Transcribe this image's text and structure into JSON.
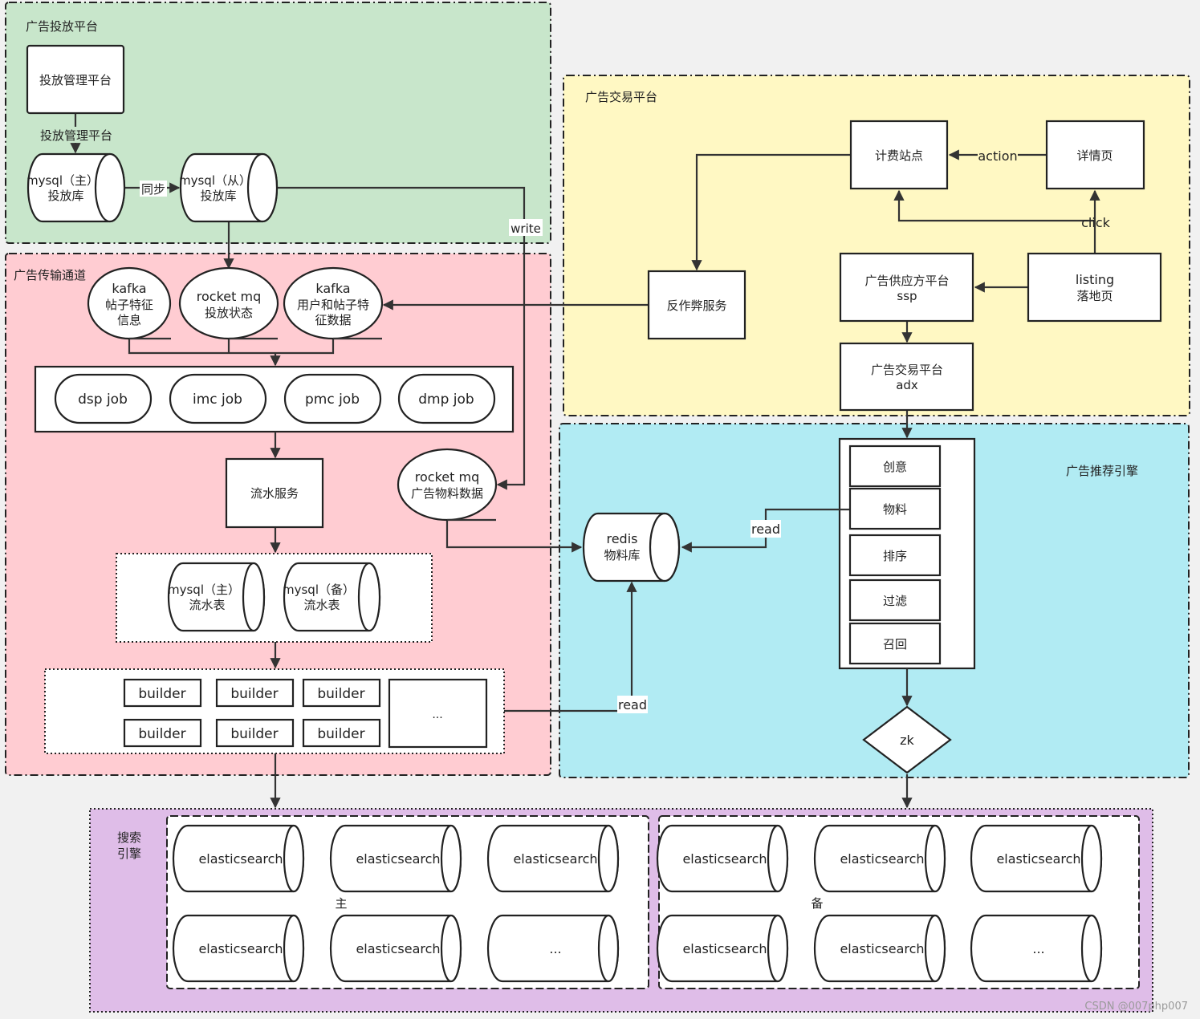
{
  "colors": {
    "delivery_zone": "#c8e6cb",
    "transmission_zone": "#ffccd2",
    "trading_zone": "#fff8c3",
    "recommend_zone": "#b1ebf3",
    "search_zone": "#dfbde8",
    "line": "#333333",
    "background": "#f1f1f1"
  },
  "zones": {
    "delivery": "广告投放平台",
    "transmission": "广告传输通道",
    "trading": "广告交易平台",
    "recommend": "广告推荐引擎",
    "search_line1": "搜索",
    "search_line2": "引擎"
  },
  "delivery": {
    "mgmt_box": "投放管理平台",
    "mgmt_edge": "投放管理平台",
    "mysql_master_l1": "mysql（主）",
    "mysql_master_l2": "投放库",
    "sync_edge": "同步",
    "mysql_slave_l1": "mysql（从）",
    "mysql_slave_l2": "投放库",
    "write_edge": "write"
  },
  "transmission": {
    "kafka1_l1": "kafka",
    "kafka1_l2": "帖子特征",
    "kafka1_l3": "信息",
    "rmq_l1": "rocket mq",
    "rmq_l2": "投放状态",
    "kafka2_l1": "kafka",
    "kafka2_l2": "用户和帖子特",
    "kafka2_l3": "征数据",
    "jobs": [
      "dsp job",
      "imc job",
      "pmc job",
      "dmp job"
    ],
    "flow_service": "流水服务",
    "rmq2_l1": "rocket mq",
    "rmq2_l2": "广告物料数据",
    "flow_master_l1": "mysql（主）",
    "flow_master_l2": "流水表",
    "flow_backup_l1": "mysql（备）",
    "flow_backup_l2": "流水表",
    "builders": [
      "builder",
      "builder",
      "builder",
      "builder",
      "builder",
      "builder"
    ],
    "builder_more": "..."
  },
  "trading": {
    "billing": "计费站点",
    "action_edge": "action",
    "detail": "详情页",
    "click_edge": "click",
    "anti_fraud": "反作弊服务",
    "ssp_l1": "广告供应方平台",
    "ssp_l2": "ssp",
    "listing_l1": "listing",
    "listing_l2": "落地页",
    "adx_l1": "广告交易平台",
    "adx_l2": "adx"
  },
  "recommend": {
    "stack": [
      "创意",
      "物料",
      "排序",
      "过滤",
      "召回"
    ],
    "redis_l1": "redis",
    "redis_l2": "物料库",
    "read_edge_top": "read",
    "read_edge_bottom": "read",
    "zk": "zk"
  },
  "search": {
    "master_label": "主",
    "backup_label": "备",
    "master_nodes": [
      "elasticsearch",
      "elasticsearch",
      "elasticsearch",
      "elasticsearch",
      "elasticsearch",
      "..."
    ],
    "backup_nodes": [
      "elasticsearch",
      "elasticsearch",
      "elasticsearch",
      "elasticsearch",
      "elasticsearch",
      "..."
    ]
  },
  "watermark": "CSDN @007php007"
}
